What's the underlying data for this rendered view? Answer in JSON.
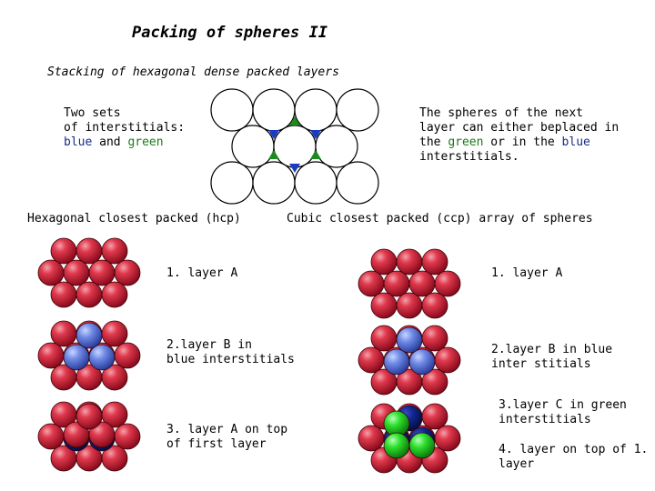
{
  "title": "Packing of spheres II",
  "subtitle": "Stacking of hexagonal dense packed layers",
  "left_note": {
    "line1": "Two sets",
    "line2": "of interstitials:",
    "blue_word": "blue",
    "and_word": " and ",
    "green_word": "green"
  },
  "right_note": {
    "line1": "The spheres of the next",
    "line2": "layer can either beplaced in",
    "line3_pre": "the ",
    "line3_green": "green",
    "line3_mid": " or in the ",
    "line3_blue": "blue",
    "line4": "interstitials."
  },
  "hcp": {
    "heading": "Hexagonal closest packed  (hcp)",
    "step1": "1. layer A",
    "step2_l1": "2.layer B in",
    "step2_l2": "blue interstitials",
    "step3_l1": "3. layer A on top",
    "step3_l2": "of first layer"
  },
  "ccp": {
    "heading": "Cubic closest packed  (ccp) array of spheres",
    "step1": "1. layer A",
    "step2_l1": "2.layer B in blue",
    "step2_l2": "inter stitials",
    "step3_l1": "3.layer C in green",
    "step3_l2": "interstitials",
    "step4_l1": "4. layer on top of 1.",
    "step4_l2": "layer"
  },
  "colors": {
    "red_sphere": "#c8102e",
    "blue_sphere": "#5a78d8",
    "dark_blue_sphere": "#0b1f7a",
    "green_sphere": "#22c322",
    "blue_marker": "#1a3cc0",
    "green_marker": "#1f8a1f"
  }
}
